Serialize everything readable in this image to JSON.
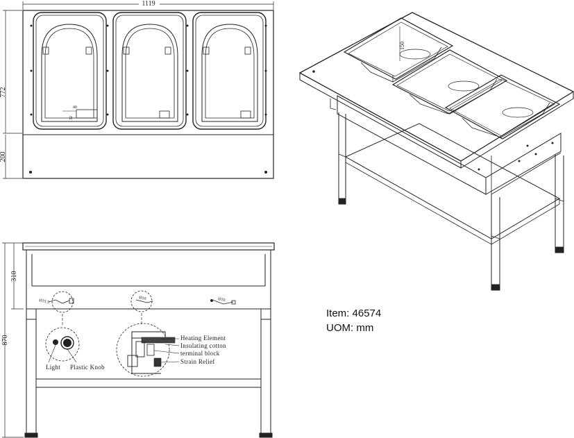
{
  "top_view": {
    "width_dim": "1119",
    "depth_dim": "772",
    "front_dim": "200",
    "pan_dims": [
      "40",
      "32"
    ]
  },
  "front_view": {
    "upper_dim": "310",
    "height_dim": "870",
    "hole_labels": [
      "Ø15.5",
      "Ø10",
      "Ø10"
    ],
    "callouts": {
      "heating_element": "Heating Element",
      "insulating_cotton": "Insulating cotton",
      "terminal_block": "terminal block",
      "strain_relief": "Strain Relief",
      "light": "Light",
      "plastic_knob": "Plastic Knob"
    }
  },
  "iso_view": {
    "depth_dim": "150"
  },
  "info": {
    "item": "Item: 46574",
    "uom": "UOM: mm"
  }
}
